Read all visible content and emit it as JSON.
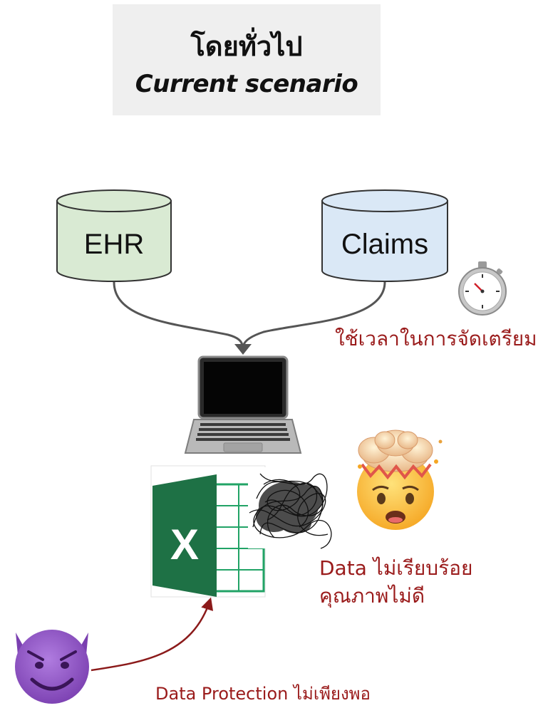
{
  "title": {
    "thai": "โดยทั่วไป",
    "english": "Current scenario"
  },
  "databases": [
    {
      "label": "EHR",
      "color": "#d9ead3"
    },
    {
      "label": "Claims",
      "color": "#dae8f6"
    }
  ],
  "annotations": {
    "prep_time": "ใช้เวลาในการจัดเตรียม",
    "data_quality_line1": "Data ไม่เรียบร้อย",
    "data_quality_line2": "คุณภาพไม่ดี",
    "protection": "Data Protection ไม่เพียงพอ"
  },
  "icons": [
    "stopwatch-icon",
    "laptop-icon",
    "excel-icon",
    "messy-scribble",
    "exploding-head-icon",
    "devil-icon"
  ],
  "colors": {
    "annotation_red": "#9a1b1b",
    "arrow_gray": "#555555",
    "arrow_red": "#8b1a1a",
    "excel_green": "#1e7145"
  }
}
